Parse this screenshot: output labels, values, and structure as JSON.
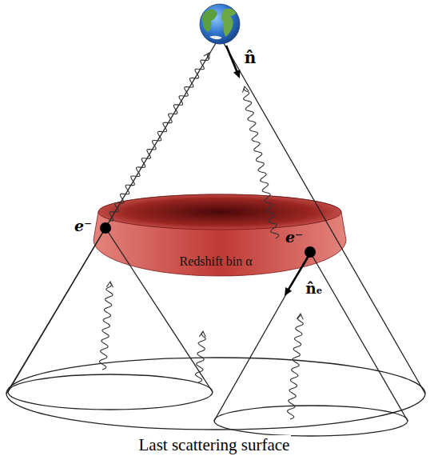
{
  "diagram": {
    "nodes": [
      {
        "text": [
          "Redshift bin α"
        ]
      }
    ],
    "labels": [
      "n̂",
      "e⁻",
      "e⁻",
      "n̂ₑ",
      "Last scattering surface"
    ]
  }
}
